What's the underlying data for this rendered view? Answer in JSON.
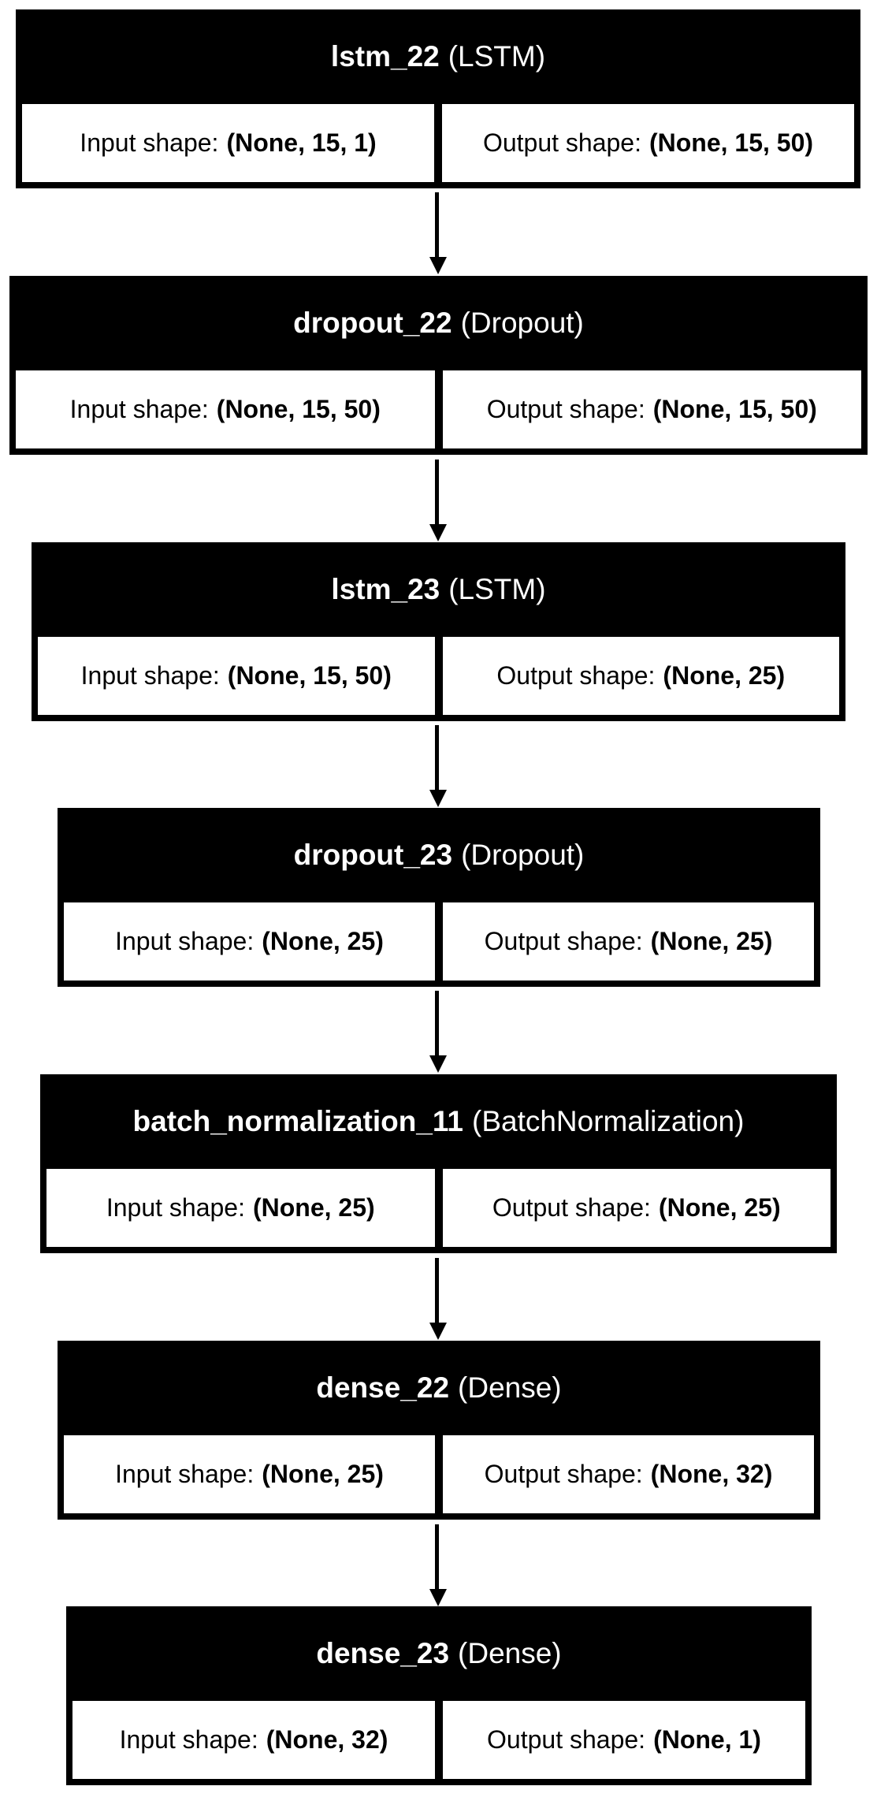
{
  "layers": [
    {
      "name": "lstm_22",
      "type": "(LSTM)",
      "input_label": "Input shape:",
      "input_shape": "(None, 15, 1)",
      "output_label": "Output shape:",
      "output_shape": "(None, 15, 50)"
    },
    {
      "name": "dropout_22",
      "type": "(Dropout)",
      "input_label": "Input shape:",
      "input_shape": "(None, 15, 50)",
      "output_label": "Output shape:",
      "output_shape": "(None, 15, 50)"
    },
    {
      "name": "lstm_23",
      "type": "(LSTM)",
      "input_label": "Input shape:",
      "input_shape": "(None, 15, 50)",
      "output_label": "Output shape:",
      "output_shape": "(None, 25)"
    },
    {
      "name": "dropout_23",
      "type": "(Dropout)",
      "input_label": "Input shape:",
      "input_shape": "(None, 25)",
      "output_label": "Output shape:",
      "output_shape": "(None, 25)"
    },
    {
      "name": "batch_normalization_11",
      "type": "(BatchNormalization)",
      "input_label": "Input shape:",
      "input_shape": "(None, 25)",
      "output_label": "Output shape:",
      "output_shape": "(None, 25)"
    },
    {
      "name": "dense_22",
      "type": "(Dense)",
      "input_label": "Input shape:",
      "input_shape": "(None, 25)",
      "output_label": "Output shape:",
      "output_shape": "(None, 32)"
    },
    {
      "name": "dense_23",
      "type": "(Dense)",
      "input_label": "Input shape:",
      "input_shape": "(None, 32)",
      "output_label": "Output shape:",
      "output_shape": "(None, 1)"
    }
  ],
  "colors": {
    "header_background": "#000000",
    "header_text": "#ffffff",
    "cell_background": "#ffffff",
    "edge": "#000000"
  }
}
